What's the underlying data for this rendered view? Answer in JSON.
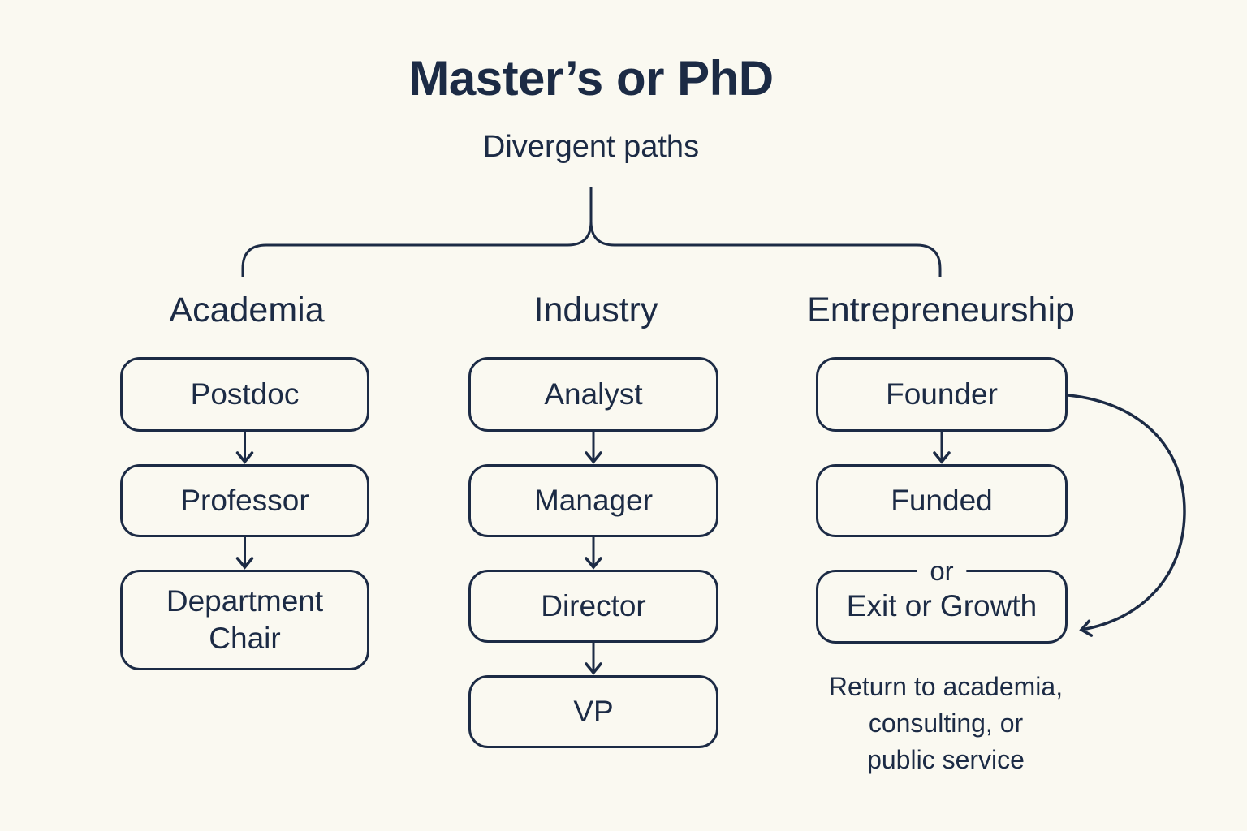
{
  "page": {
    "title": "Master’s or PhD",
    "subtitle": "Divergent paths"
  },
  "colors": {
    "background": "#FAF9F1",
    "ink": "#1C2B45"
  },
  "columns": [
    {
      "label": "Academia",
      "boxes": [
        "Postdoc",
        "Professor",
        "Department Chair"
      ]
    },
    {
      "label": "Industry",
      "boxes": [
        "Analyst",
        "Manager",
        "Director",
        "VP"
      ]
    },
    {
      "label": "Entrepreneurship",
      "boxes": [
        "Founder",
        "Funded",
        "Exit or Growth"
      ],
      "or_label": "or",
      "note_lines": [
        "Return to academia,",
        "consulting, or",
        "public service"
      ]
    }
  ]
}
